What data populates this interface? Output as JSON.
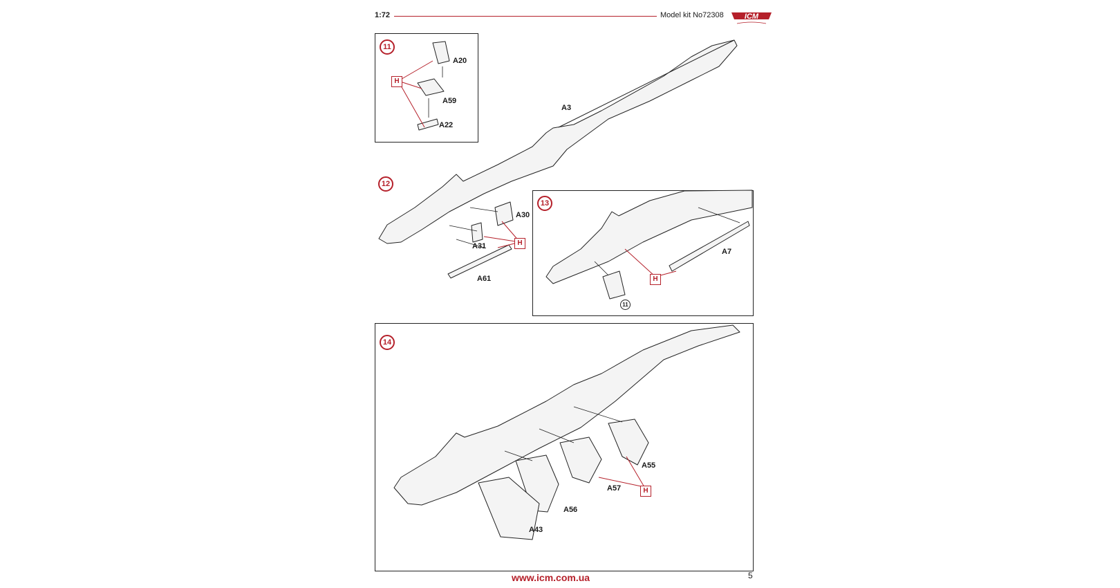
{
  "header": {
    "scale": "1:72",
    "model_kit": "Model kit No72308",
    "logo_text": "ICM"
  },
  "steps": [
    {
      "number": "11",
      "parts": [
        "A20",
        "A59",
        "A22"
      ]
    },
    {
      "number": "12",
      "parts": [
        "A3",
        "A30",
        "A31",
        "A61"
      ]
    },
    {
      "number": "13",
      "parts": [
        "A7"
      ],
      "reference": "11"
    },
    {
      "number": "14",
      "parts": [
        "A55",
        "A57",
        "A56",
        "A43"
      ]
    }
  ],
  "glue_marker": "H",
  "footer": {
    "url": "www.icm.com.ua",
    "page_number": "5"
  },
  "colors": {
    "accent": "#b5202a",
    "line": "#222222",
    "part_fill": "#f4f4f4"
  }
}
